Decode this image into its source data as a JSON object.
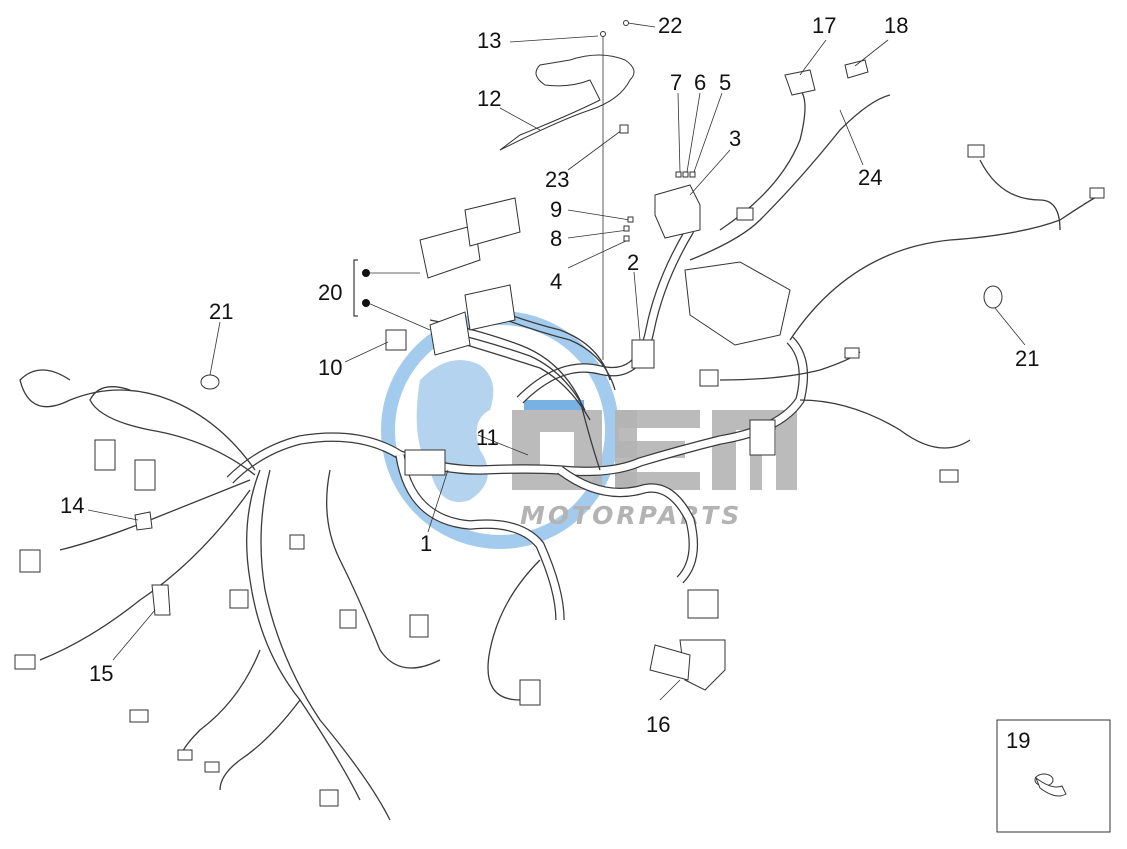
{
  "diagram": {
    "watermark": {
      "brand": "OEM",
      "subtitle": "MOTORPARTS",
      "color_blue": "#3a8fd8",
      "color_gray": "#a6a6a6"
    },
    "callouts": [
      "13",
      "22",
      "17",
      "18",
      "12",
      "7",
      "6",
      "5",
      "3",
      "24",
      "23",
      "9",
      "8",
      "2",
      "4",
      "20",
      "21",
      "21",
      "10",
      "11",
      "14",
      "1",
      "15",
      "16",
      "19"
    ],
    "inset": {
      "label": "19"
    },
    "colors": {
      "line": "#333333",
      "background": "#ffffff"
    }
  }
}
